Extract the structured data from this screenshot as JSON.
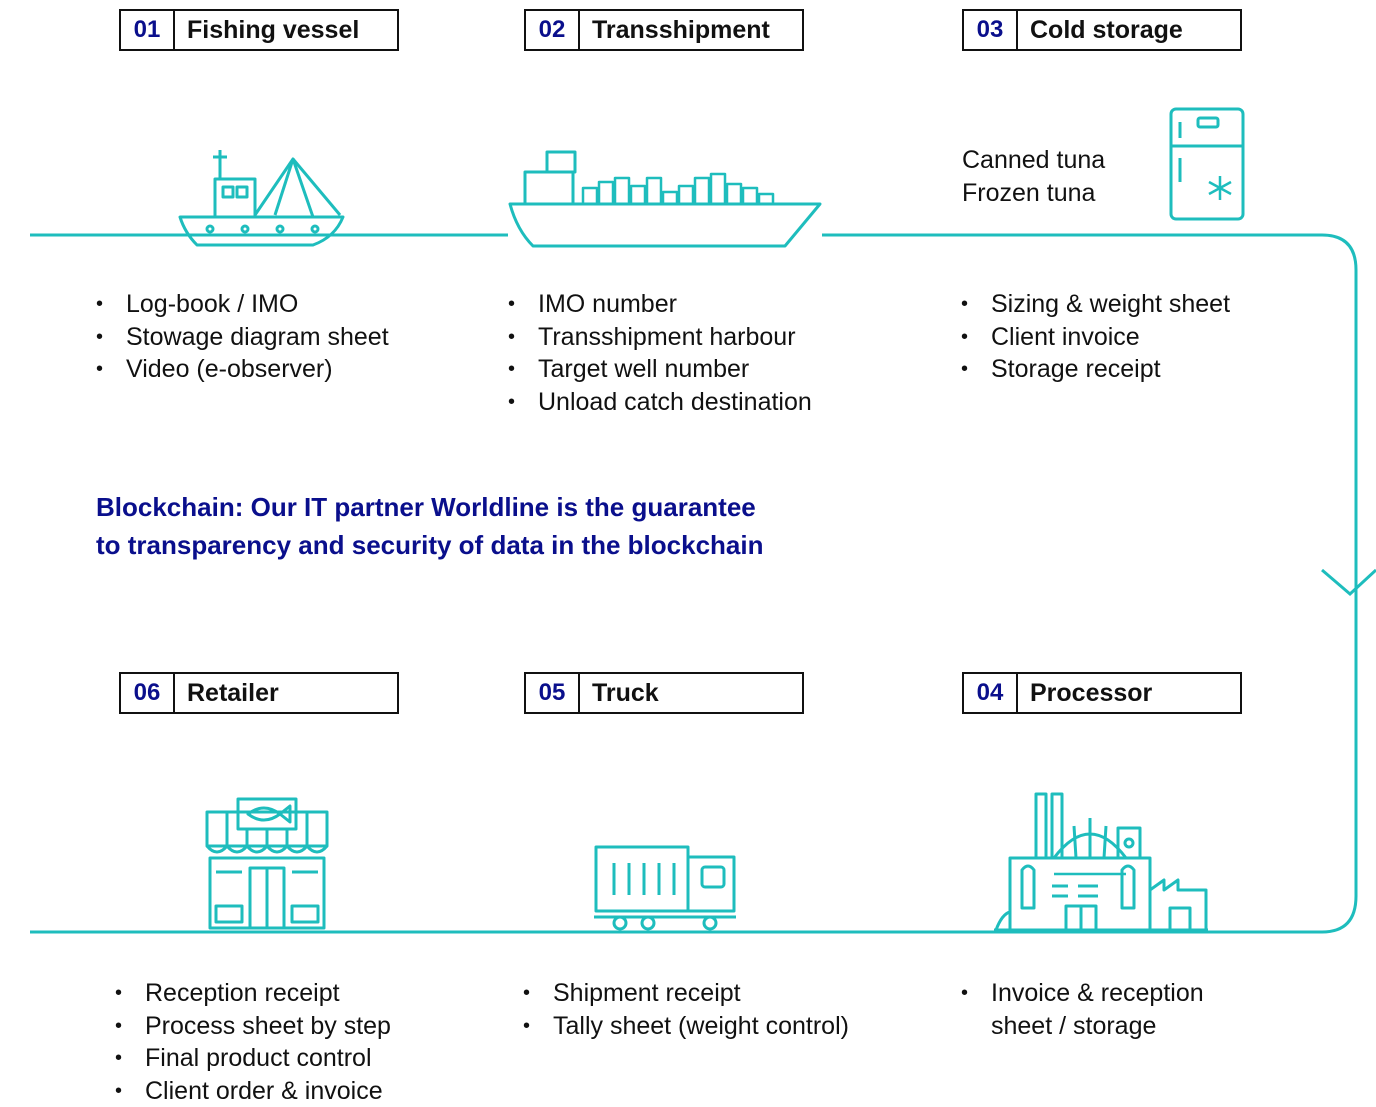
{
  "colors": {
    "accent": "#1ebdbd",
    "number": "#0a0f8c",
    "note": "#0a0f8c"
  },
  "steps": [
    {
      "num": "01",
      "name": "Fishing vessel",
      "icon": "fishing-boat-icon",
      "items": [
        "Log-book / IMO",
        "Stowage diagram sheet",
        "Video (e-observer)"
      ]
    },
    {
      "num": "02",
      "name": "Transshipment",
      "icon": "cargo-ship-icon",
      "items": [
        "IMO number",
        "Transshipment harbour",
        "Target well number",
        "Unload catch destination"
      ]
    },
    {
      "num": "03",
      "name": "Cold storage",
      "icon": "freezer-icon",
      "products": [
        "Canned tuna",
        "Frozen tuna"
      ],
      "items": [
        "Sizing & weight sheet",
        "Client invoice",
        "Storage receipt"
      ]
    },
    {
      "num": "04",
      "name": "Processor",
      "icon": "factory-icon",
      "items": [
        "Invoice & reception",
        "sheet / storage"
      ]
    },
    {
      "num": "05",
      "name": "Truck",
      "icon": "truck-icon",
      "items": [
        "Shipment receipt",
        "Tally sheet (weight control)"
      ]
    },
    {
      "num": "06",
      "name": "Retailer",
      "icon": "fish-shop-icon",
      "items": [
        "Reception receipt",
        "Process sheet by step",
        "Final product control",
        "Client order & invoice"
      ]
    }
  ],
  "note": {
    "line1": "Blockchain: Our IT partner Worldline is the guarantee",
    "line2": "to transparency and security of data in the blockchain"
  }
}
